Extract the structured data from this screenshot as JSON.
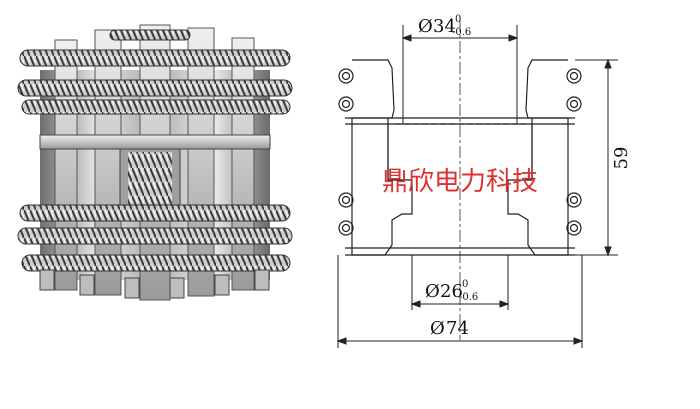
{
  "photo": {
    "description_hidden": true
  },
  "drawing": {
    "dim_top": {
      "symbol": "Ø",
      "value": "34",
      "tol_upper": "0",
      "tol_lower": "-0.6"
    },
    "dim_bottom": {
      "symbol": "Ø",
      "value": "26",
      "tol_upper": "0",
      "tol_lower": "-0.6"
    },
    "dim_outer": {
      "symbol": "Ø",
      "value": "74"
    },
    "dim_height": {
      "value": "59"
    },
    "watermark": "鼎欣电力科技"
  },
  "colors": {
    "line": "#222222",
    "centerline": "#444444",
    "watermark": "#d93030",
    "metal_light": "#d9d9d9",
    "metal_dark": "#555555"
  }
}
